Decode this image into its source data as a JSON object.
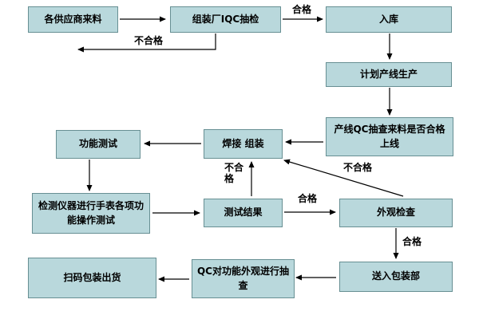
{
  "diagram": {
    "title": "QC process flowchart",
    "node_fill": "#b9d8dc",
    "nodes": {
      "supplier": "各供应商来料",
      "iqc": "组装厂IQC抽检",
      "warehouse": "入库",
      "plan": "计划产线生产",
      "lineqc": "产线QC抽查来料是否合格上线",
      "functest": "功能测试",
      "weld": "焊接 组装",
      "instrument": "检测仪器进行手表各项功能操作测试",
      "result": "测试结果",
      "visual": "外观检查",
      "packing": "送入包装部",
      "qcsample": "QC对功能外观进行抽查",
      "ship": "扫码包装出货"
    },
    "labels": {
      "pass_top": "合格",
      "fail_top": "不合格",
      "fail_mid": "不合格",
      "fail_diag": "不合格",
      "pass_mid": "合格",
      "pass_right": "合格"
    }
  }
}
